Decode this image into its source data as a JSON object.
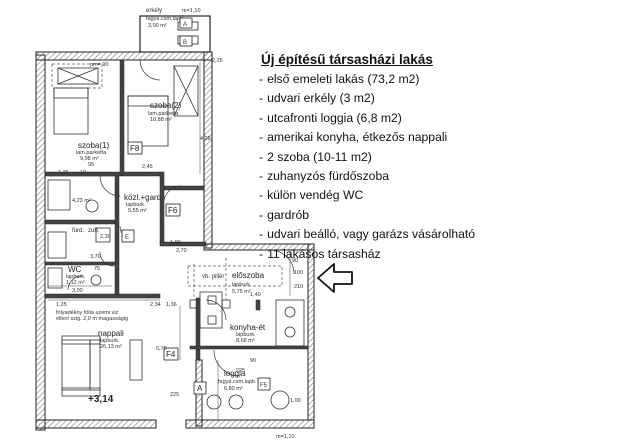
{
  "listing": {
    "title": "Új építésű társasházi lakás",
    "features": [
      "első emeleti lakás (73,2 m2)",
      "udvari erkély (3 m2)",
      "utcafronti loggia (6,8 m2)",
      "amerikai konyha, étkezős nappali",
      "2 szoba (10-11 m2)",
      "zuhanyzós fürdőszoba",
      "külön vendég WC",
      "gardrób",
      "udvari beálló, vagy garázs vásárolható",
      "11 lakásos társasház"
    ]
  },
  "plan": {
    "rooms": {
      "erkely": {
        "name": "erkély",
        "sub": "fagyá.csm.lapb.",
        "area": "3,00 m²"
      },
      "szoba1": {
        "name": "szoba(1)",
        "sub": "lam.parketta",
        "area": "9,98 m²"
      },
      "szoba2": {
        "name": "szoba(2)",
        "sub": "lam.parketta",
        "area": "10,88 m²"
      },
      "kozl": {
        "name": "közl.+gard.",
        "sub": "lapburk.",
        "area": "5,55 m²"
      },
      "furdo": {
        "name": "fürd.",
        "area": "4,23 m²"
      },
      "zuh": {
        "name": "zuh."
      },
      "wc": {
        "name": "WC",
        "sub": "lapburk.",
        "area": "1,12 m²"
      },
      "eloszoba": {
        "name": "előszoba",
        "sub": "lapburk.",
        "area": "5,75 m²"
      },
      "konyha": {
        "name": "konyha-ét",
        "sub": "lapburk.",
        "area": "8,68 m²"
      },
      "nappali": {
        "name": "nappali",
        "sub": "lapburk.",
        "area": "26,13 m²"
      },
      "loggia": {
        "name": "loggia",
        "sub": "fagyá.csm.lapb.",
        "area": "6,80 m²"
      }
    },
    "notes": {
      "folyadek1": "folyadékny fólia uzemi viz",
      "folyadek2": "elleni szig. 2,0 m magasságig",
      "level": "+3,14",
      "vbpiller": "vb. pillér",
      "szoba1_pm": "pm= 90",
      "erkely_mv": "m=1,10",
      "loggia_mv": "m=1,10"
    },
    "tags": {
      "f8": "F8",
      "f6": "F6",
      "f4": "F4",
      "f5": "F5",
      "a": "A",
      "b": "B",
      "e": "E",
      "a2": "A"
    },
    "dims": {
      "d1": "1,35",
      "d2": "1,25",
      "d3": "10",
      "d4": "2,34",
      "d5": "3,00",
      "d6": "3,70",
      "d7": "90",
      "d8": "100",
      "d9": "210",
      "d10": "225",
      "d11": "4,28",
      "d12": "5,78",
      "d13": "1,00",
      "d14": "2,30",
      "d15": "2,45",
      "d16": "90",
      "d17": "225",
      "d18": "1,36",
      "d19": "75",
      "d20": "2,70",
      "d21": "95",
      "d22": "2,25",
      "d23": "1,00",
      "d24": "1,40"
    },
    "pointer_arrow": "arrow pointing left to entrance door"
  }
}
